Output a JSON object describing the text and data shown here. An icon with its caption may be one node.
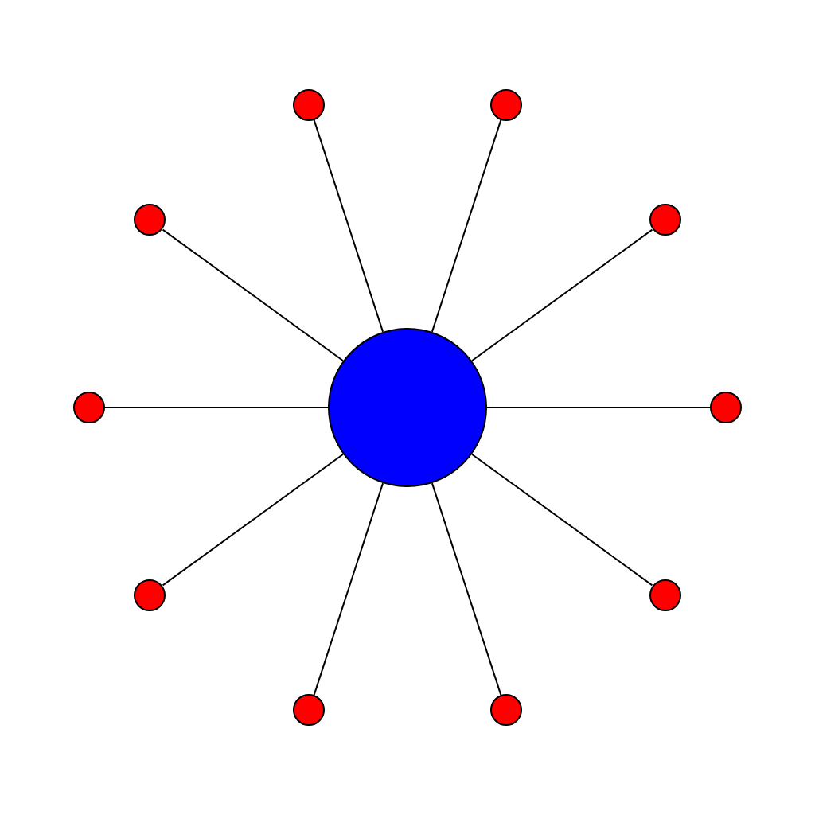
{
  "diagram": {
    "nodes": [
      {
        "text": [],
        "shape": "circle"
      },
      {
        "text": [],
        "shape": "circle"
      },
      {
        "text": [],
        "shape": "circle"
      },
      {
        "text": [],
        "shape": "circle"
      },
      {
        "text": [],
        "shape": "circle"
      },
      {
        "text": [],
        "shape": "circle"
      },
      {
        "text": [],
        "shape": "circle"
      },
      {
        "text": [],
        "shape": "circle"
      },
      {
        "text": [],
        "shape": "circle"
      },
      {
        "text": [],
        "shape": "circle"
      },
      {
        "text": [],
        "shape": "circle"
      }
    ],
    "edges": [
      {
        "from": 5,
        "to": 0,
        "arrow": "none"
      },
      {
        "from": 5,
        "to": 1,
        "arrow": "none"
      },
      {
        "from": 5,
        "to": 2,
        "arrow": "none"
      },
      {
        "from": 5,
        "to": 3,
        "arrow": "none"
      },
      {
        "from": 5,
        "to": 4,
        "arrow": "none"
      },
      {
        "from": 5,
        "to": 6,
        "arrow": "none"
      },
      {
        "from": 5,
        "to": 7,
        "arrow": "none"
      },
      {
        "from": 5,
        "to": 8,
        "arrow": "none"
      },
      {
        "from": 5,
        "to": 9,
        "arrow": "none"
      },
      {
        "from": 5,
        "to": 10,
        "arrow": "none"
      }
    ]
  }
}
